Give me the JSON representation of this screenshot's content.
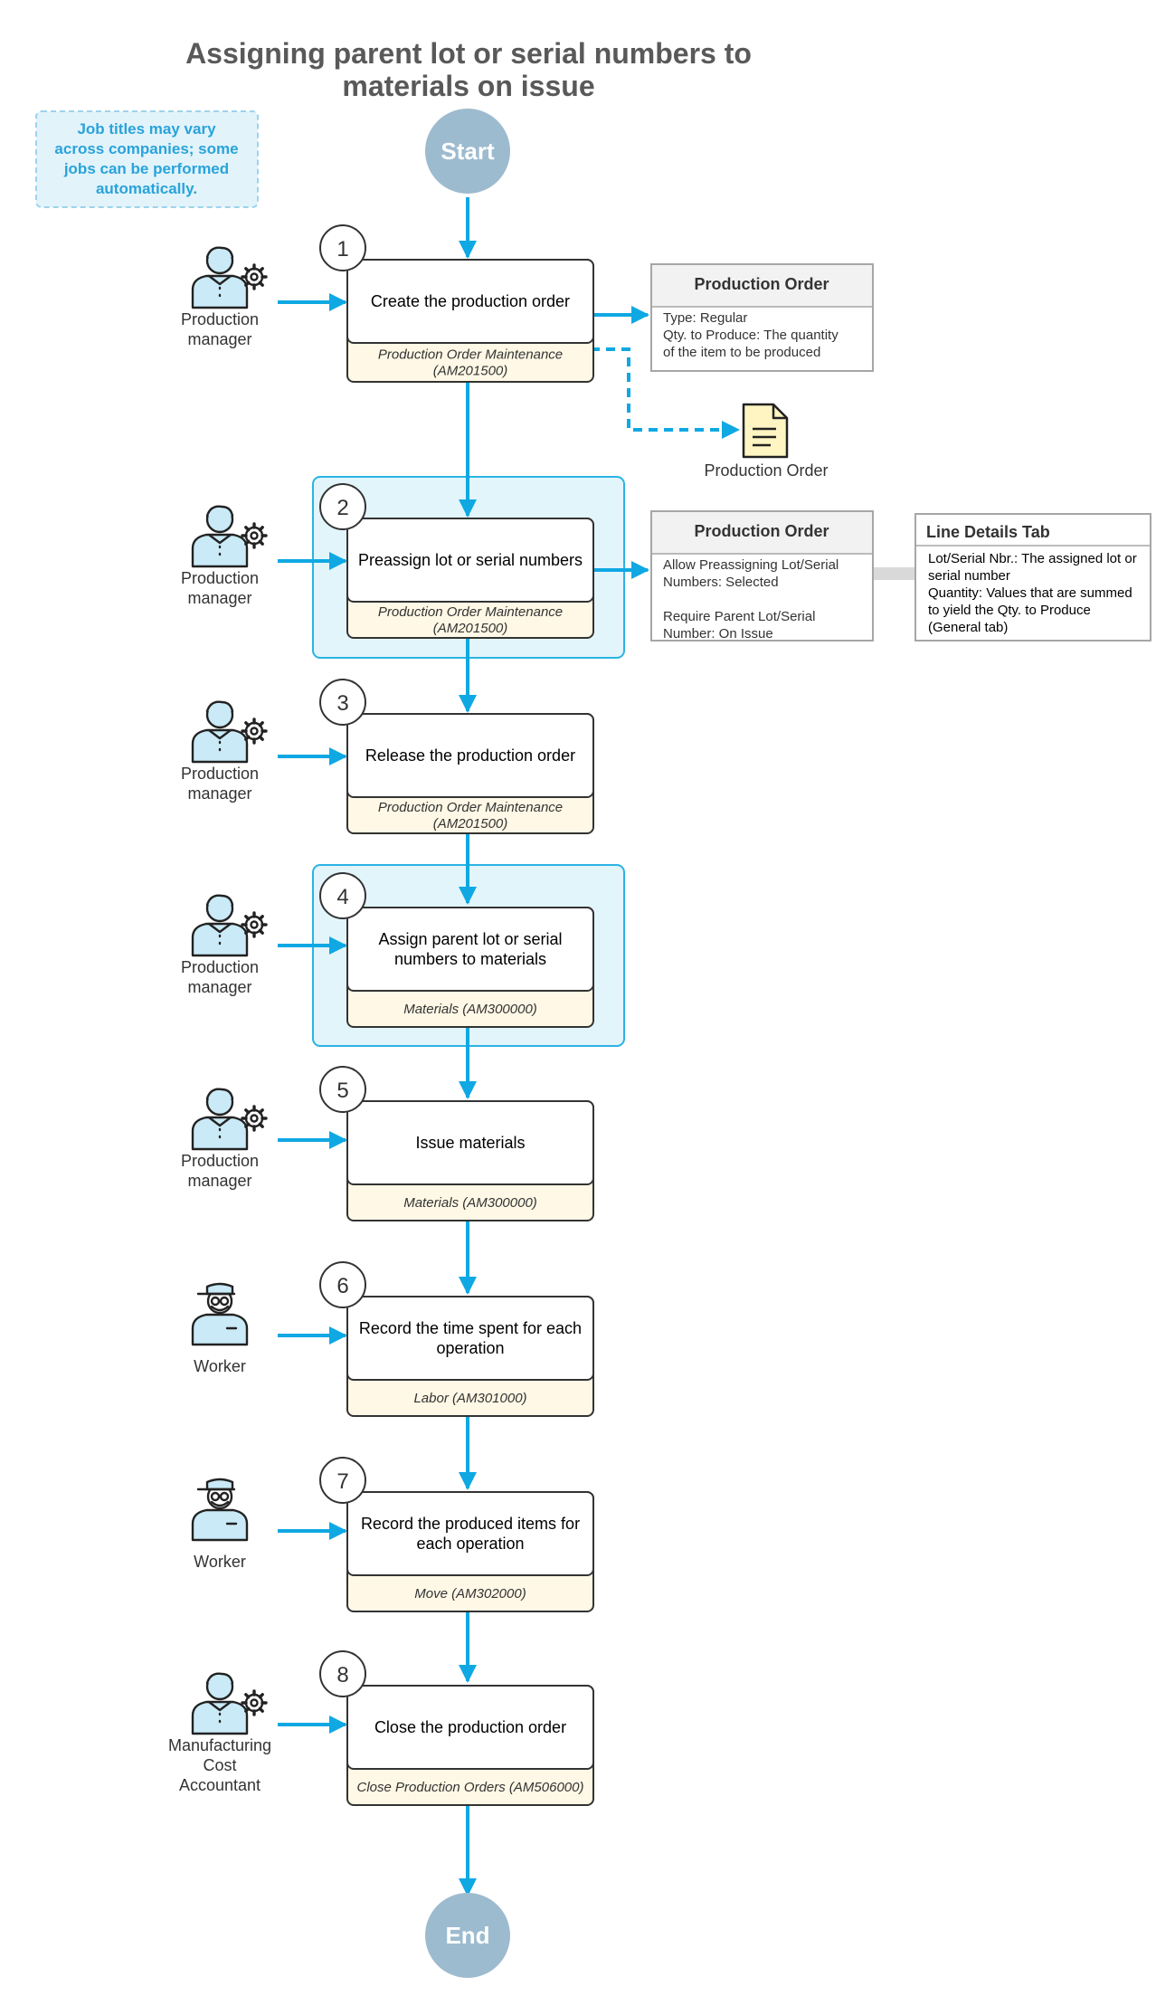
{
  "title": [
    "Assigning parent lot or serial numbers to",
    "materials on issue"
  ],
  "note": [
    "Job titles may vary",
    "across companies; some",
    "jobs can be performed",
    "automatically."
  ],
  "start_label": "Start",
  "end_label": "End",
  "steps": [
    {
      "number": "1",
      "lines": [
        "Create the production order"
      ],
      "screen": [
        "Production Order Maintenance",
        "(AM201500)"
      ],
      "role": [
        "Production",
        "manager"
      ],
      "role_icon": "manager-icon",
      "highlighted": false
    },
    {
      "number": "2",
      "lines": [
        "Preassign lot or serial numbers"
      ],
      "screen": [
        "Production Order Maintenance",
        "(AM201500)"
      ],
      "role": [
        "Production",
        "manager"
      ],
      "role_icon": "manager-icon",
      "highlighted": true
    },
    {
      "number": "3",
      "lines": [
        "Release the production order"
      ],
      "screen": [
        "Production Order Maintenance",
        "(AM201500)"
      ],
      "role": [
        "Production",
        "manager"
      ],
      "role_icon": "manager-icon",
      "highlighted": false
    },
    {
      "number": "4",
      "lines": [
        "Assign parent lot or serial",
        "numbers to materials"
      ],
      "screen": [
        "Materials (AM300000)"
      ],
      "role": [
        "Production",
        "manager"
      ],
      "role_icon": "manager-icon",
      "highlighted": true
    },
    {
      "number": "5",
      "lines": [
        "Issue materials"
      ],
      "screen": [
        "Materials (AM300000)"
      ],
      "role": [
        "Production",
        "manager"
      ],
      "role_icon": "manager-icon",
      "highlighted": false
    },
    {
      "number": "6",
      "lines": [
        "Record the time spent for each",
        "operation"
      ],
      "screen": [
        "Labor (AM301000)"
      ],
      "role": [
        "Worker"
      ],
      "role_icon": "worker-icon",
      "highlighted": false
    },
    {
      "number": "7",
      "lines": [
        "Record the produced items for",
        "each operation"
      ],
      "screen": [
        "Move  (AM302000)"
      ],
      "role": [
        "Worker"
      ],
      "role_icon": "worker-icon",
      "highlighted": false
    },
    {
      "number": "8",
      "lines": [
        "Close the production order"
      ],
      "screen": [
        "Close Production Orders (AM506000)"
      ],
      "role": [
        "Manufacturing",
        "Cost",
        "Accountant"
      ],
      "role_icon": "manager-icon",
      "highlighted": false
    }
  ],
  "cards": {
    "production_order_1": {
      "title": "Production Order",
      "lines": [
        "Type: Regular",
        "Qty. to Produce: The quantity",
        "of the item to be produced"
      ]
    },
    "production_order_2": {
      "title": "Production Order",
      "lines": [
        "Allow Preassigning Lot/Serial",
        "Numbers: Selected",
        "",
        "Require Parent Lot/Serial",
        "Number: On Issue"
      ]
    },
    "line_details": {
      "title": "Line Details Tab",
      "lines": [
        "Lot/Serial Nbr.: The assigned lot or",
        "serial number",
        "Quantity: Values that are summed",
        "to yield the Qty. to Produce",
        "(General tab)"
      ]
    }
  },
  "document": {
    "label": "Production Order",
    "icon": "document-icon"
  },
  "colors": {
    "arrow": "#0FA8E3",
    "terminal": "#9DBBCF",
    "highlight_fill": "#E2F5FB",
    "highlight_stroke": "#2BB3E3",
    "note_fill": "#E2F3FA",
    "screen_fill": "#FFF8E6",
    "card_header": "#F2F2F2",
    "card_border": "#A6A6A6",
    "document_fill": "#FFF5C2",
    "icon_fill": "#C9EAF6"
  }
}
